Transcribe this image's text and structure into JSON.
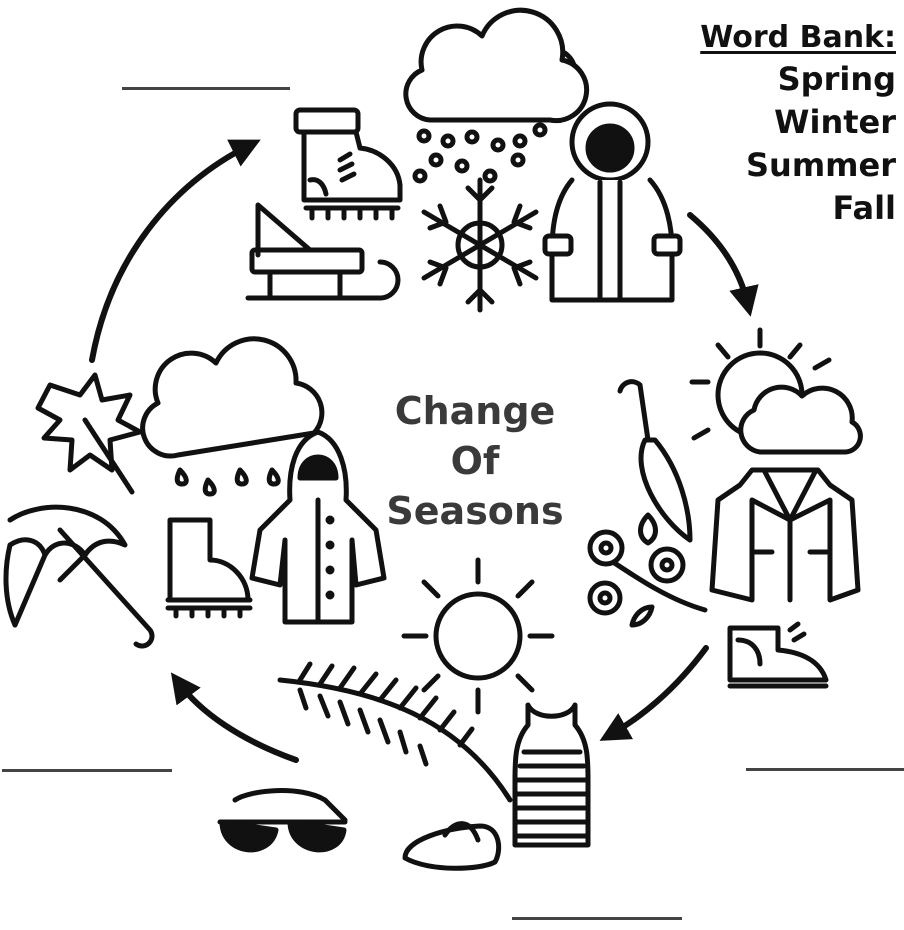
{
  "word_bank": {
    "title": "Word Bank:",
    "words": [
      "Spring",
      "Winter",
      "Summer",
      "Fall"
    ]
  },
  "center": {
    "lines": [
      "Change",
      "Of",
      "Seasons"
    ]
  },
  "seasons": [
    {
      "group": "winter-group",
      "icons": [
        "cloud-icon",
        "snow-cloud-icon",
        "snow-boot-icon",
        "sled-icon",
        "snowflake-icon",
        "winter-coat-icon"
      ]
    },
    {
      "group": "spring-group",
      "icons": [
        "sun-icon",
        "cloud-icon",
        "closed-umbrella-icon",
        "flower-branch-icon",
        "trench-coat-icon",
        "sneaker-icon"
      ]
    },
    {
      "group": "summer-group",
      "icons": [
        "sun-icon",
        "palm-leaf-icon",
        "tank-top-icon",
        "sunglasses-icon",
        "flip-flop-icon"
      ]
    },
    {
      "group": "fall-group",
      "icons": [
        "rain-cloud-icon",
        "maple-leaf-icon",
        "umbrella-icon",
        "rain-boot-icon",
        "raincoat-icon"
      ]
    }
  ],
  "blank_lines": 4
}
